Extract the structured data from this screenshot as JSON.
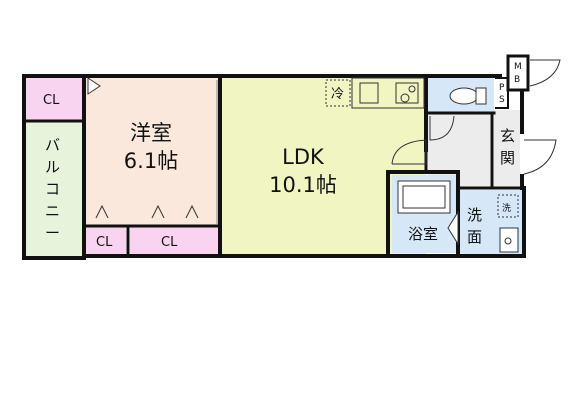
{
  "rooms": {
    "western_room": {
      "name": "洋室",
      "size": "6.1帖"
    },
    "ldk": {
      "name": "LDK",
      "size": "10.1帖"
    },
    "balcony": {
      "chars": [
        "バ",
        "ル",
        "コ",
        "ニ",
        "ー"
      ]
    },
    "closet_label": "CL",
    "bath": "浴室",
    "washroom": [
      "洗",
      "面"
    ],
    "entrance": [
      "玄",
      "関"
    ]
  },
  "fixtures": {
    "fridge": "冷",
    "washer": "洗",
    "meter_box": [
      "M",
      "B"
    ],
    "pipe_space": [
      "P",
      "S"
    ]
  },
  "colors": {
    "western_room": "#fbe8dd",
    "ldk": "#f0f5c2",
    "balcony": "#e6f4dc",
    "closet": "#f8d4f0",
    "wet_area": "#d6e8f8",
    "entrance": "#ececec",
    "wall": "#111111"
  }
}
